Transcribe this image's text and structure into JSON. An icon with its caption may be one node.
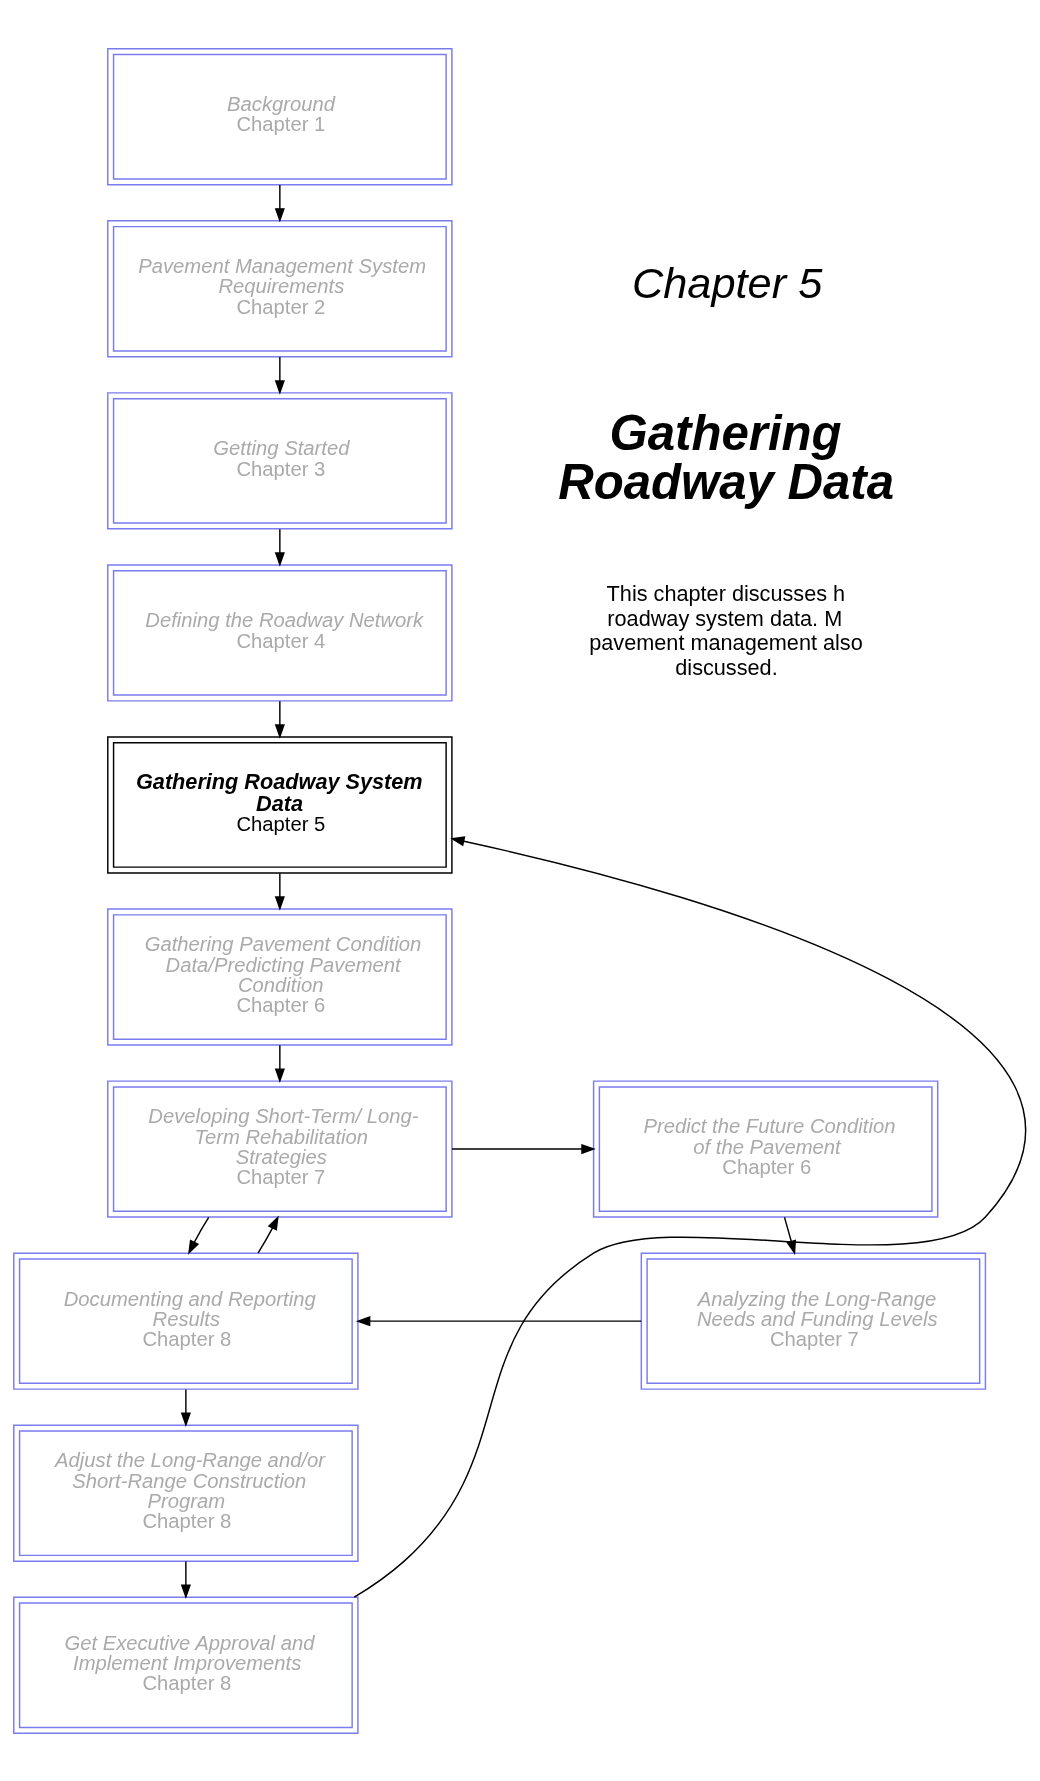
{
  "diagram": {
    "nodes": [
      {
        "text": [
          "Background",
          "Chapter 1"
        ]
      },
      {
        "text": [
          "Pavement Management System Requirements",
          "Chapter 2"
        ]
      },
      {
        "text": [
          "Getting Started",
          "Chapter 3"
        ]
      },
      {
        "text": [
          "Defining the Roadway Network",
          "Chapter 4"
        ]
      },
      {
        "text": [
          "Gathering Roadway System Data",
          "Chapter 5"
        ]
      },
      {
        "text": [
          "Gathering Pavement Condition Data/Predicting Pavement Condition",
          "Chapter 6"
        ]
      },
      {
        "text": [
          "Developing Short-Term/ Long-Term Rehabilitation Strategies",
          "Chapter 7"
        ]
      },
      {
        "text": [
          "Documenting and Reporting Results",
          "Chapter 8"
        ]
      },
      {
        "text": [
          "Adjust the Long-Range and/or Short-Range Construction Program",
          "Chapter 8"
        ]
      },
      {
        "text": [
          "Get Executive Approval and Implement Improvements",
          "Chapter 8"
        ]
      },
      {
        "text": [
          "Predict the Future Condition of the Pavement",
          "Chapter 6"
        ]
      },
      {
        "text": [
          "Analyzing the Long-Range Needs and Funding Levels",
          "Chapter 7"
        ]
      }
    ],
    "edges": [
      {
        "from": 0,
        "to": 1,
        "arrow": "to"
      },
      {
        "from": 1,
        "to": 2,
        "arrow": "to"
      },
      {
        "from": 2,
        "to": 3,
        "arrow": "to"
      },
      {
        "from": 3,
        "to": 4,
        "arrow": "to"
      },
      {
        "from": 4,
        "to": 5,
        "arrow": "to"
      },
      {
        "from": 5,
        "to": 6,
        "arrow": "to"
      },
      {
        "from": 6,
        "to": 7,
        "arrow": "to"
      },
      {
        "from": 7,
        "to": 6,
        "arrow": "to"
      },
      {
        "from": 6,
        "to": 10,
        "arrow": "to"
      },
      {
        "from": 10,
        "to": 11,
        "arrow": "to"
      },
      {
        "from": 11,
        "to": 7,
        "arrow": "to"
      },
      {
        "from": 7,
        "to": 8,
        "arrow": "to"
      },
      {
        "from": 8,
        "to": 9,
        "arrow": "to"
      },
      {
        "from": 9,
        "to": 4,
        "arrow": "to"
      }
    ],
    "labels": [
      "Chapter 5",
      "Gathering Roadway Data",
      "This chapter discusses h roadway system data. M pavement management also discussed."
    ]
  }
}
